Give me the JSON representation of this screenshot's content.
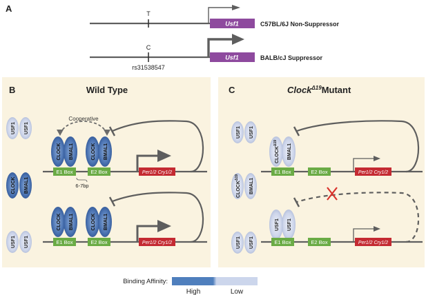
{
  "panelA": {
    "label": "A",
    "c57": {
      "snp": "T",
      "gene": "Usf1",
      "strain": "C57BL/6J Non-Suppressor"
    },
    "balb": {
      "snp": "C",
      "gene": "Usf1",
      "strain": "BALB/cJ Suppressor",
      "snp_id": "rs31538547"
    }
  },
  "panelB": {
    "label": "B",
    "title": "Wild Type",
    "cooperative": "Cooperative",
    "spacing": "6-7bp",
    "usf1": "USF1",
    "clock": "CLOCK",
    "bmal1": "BMAL1",
    "e1": "E1 Box",
    "e2": "E2 Box",
    "target": "Per1/2 Cry1/2"
  },
  "panelC": {
    "label": "C",
    "title_main": "Clock",
    "title_sup": "Δ19",
    "title_suffix": "Mutant",
    "usf1": "USF1",
    "clock": "CLOCK",
    "clock_sup": "Δ19",
    "bmal1": "BMAL1",
    "e1": "E1 Box",
    "e2": "E2 Box",
    "target": "Per1/2 Cry1/2"
  },
  "legend": {
    "title": "Binding Affinity:",
    "high": "High",
    "low": "Low",
    "colors": {
      "high": "#4f7fbd",
      "low": "#ccd6ec"
    }
  },
  "colors": {
    "panel_bg": "#faf3e0",
    "usf1_purple": "#8e4a9e",
    "ebox_green": "#6aab45",
    "target_red": "#c42a32",
    "dna_gray": "#5e5e5e",
    "block_red": "#d9322b"
  }
}
